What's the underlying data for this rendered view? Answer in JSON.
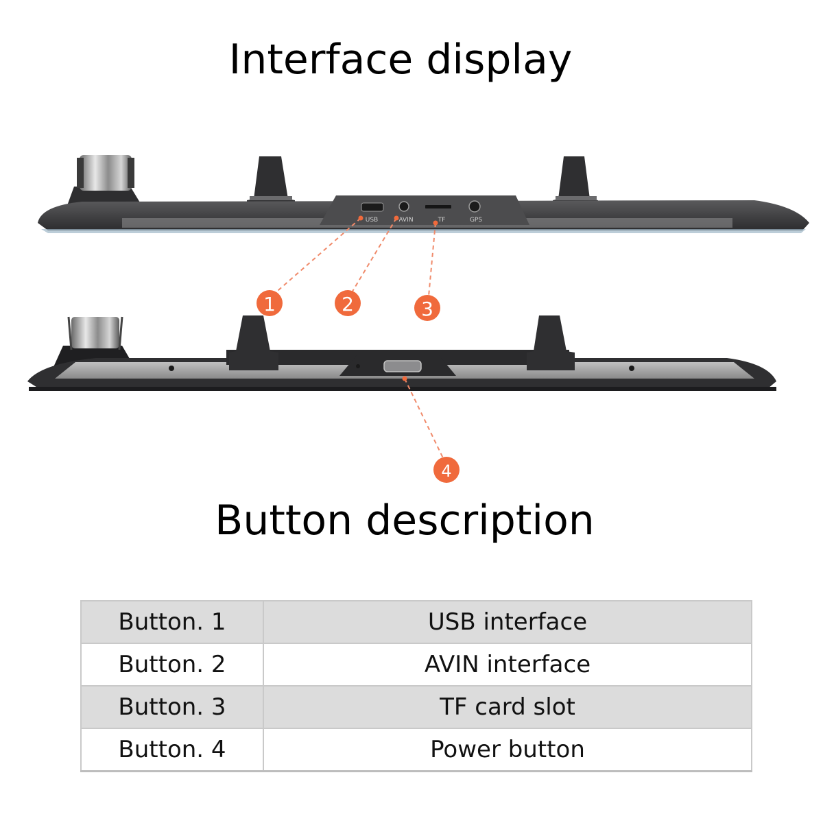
{
  "titles": {
    "interface": "Interface display",
    "buttons": "Button description"
  },
  "device_labels": {
    "usb": "USB",
    "avin": "AVIN",
    "tf": "TF",
    "gps": "GPS"
  },
  "callouts": [
    "1",
    "2",
    "3",
    "4"
  ],
  "table": {
    "rows": [
      {
        "button": "Button. 1",
        "description": "USB interface"
      },
      {
        "button": "Button. 2",
        "description": "AVIN interface"
      },
      {
        "button": "Button. 3",
        "description": "TF card slot"
      },
      {
        "button": "Button. 4",
        "description": "Power button"
      }
    ]
  },
  "colors": {
    "callout": "#f06a3c",
    "leader": "#f08a6a",
    "device_body": "#3a3a3c",
    "device_panel": "#4a4a4c"
  }
}
